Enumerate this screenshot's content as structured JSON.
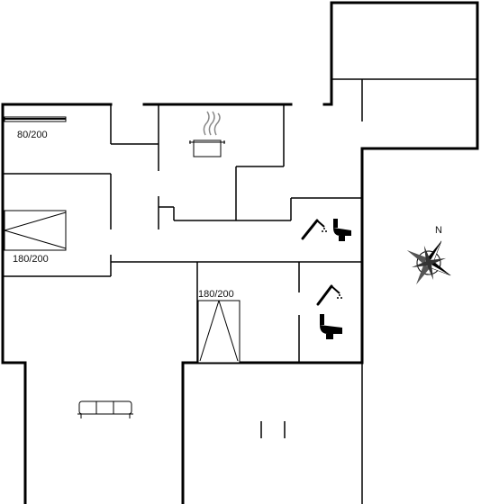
{
  "floorplan": {
    "beds": [
      {
        "label": "80/200"
      },
      {
        "label": "180/200"
      },
      {
        "label": "180/200"
      }
    ],
    "compass": {
      "north_label": "N"
    },
    "icons": [
      "kitchen-stove-icon",
      "shower-icon",
      "toilet-icon",
      "shower-icon",
      "toilet-icon",
      "sofa-icon",
      "compass-rose-icon"
    ]
  }
}
